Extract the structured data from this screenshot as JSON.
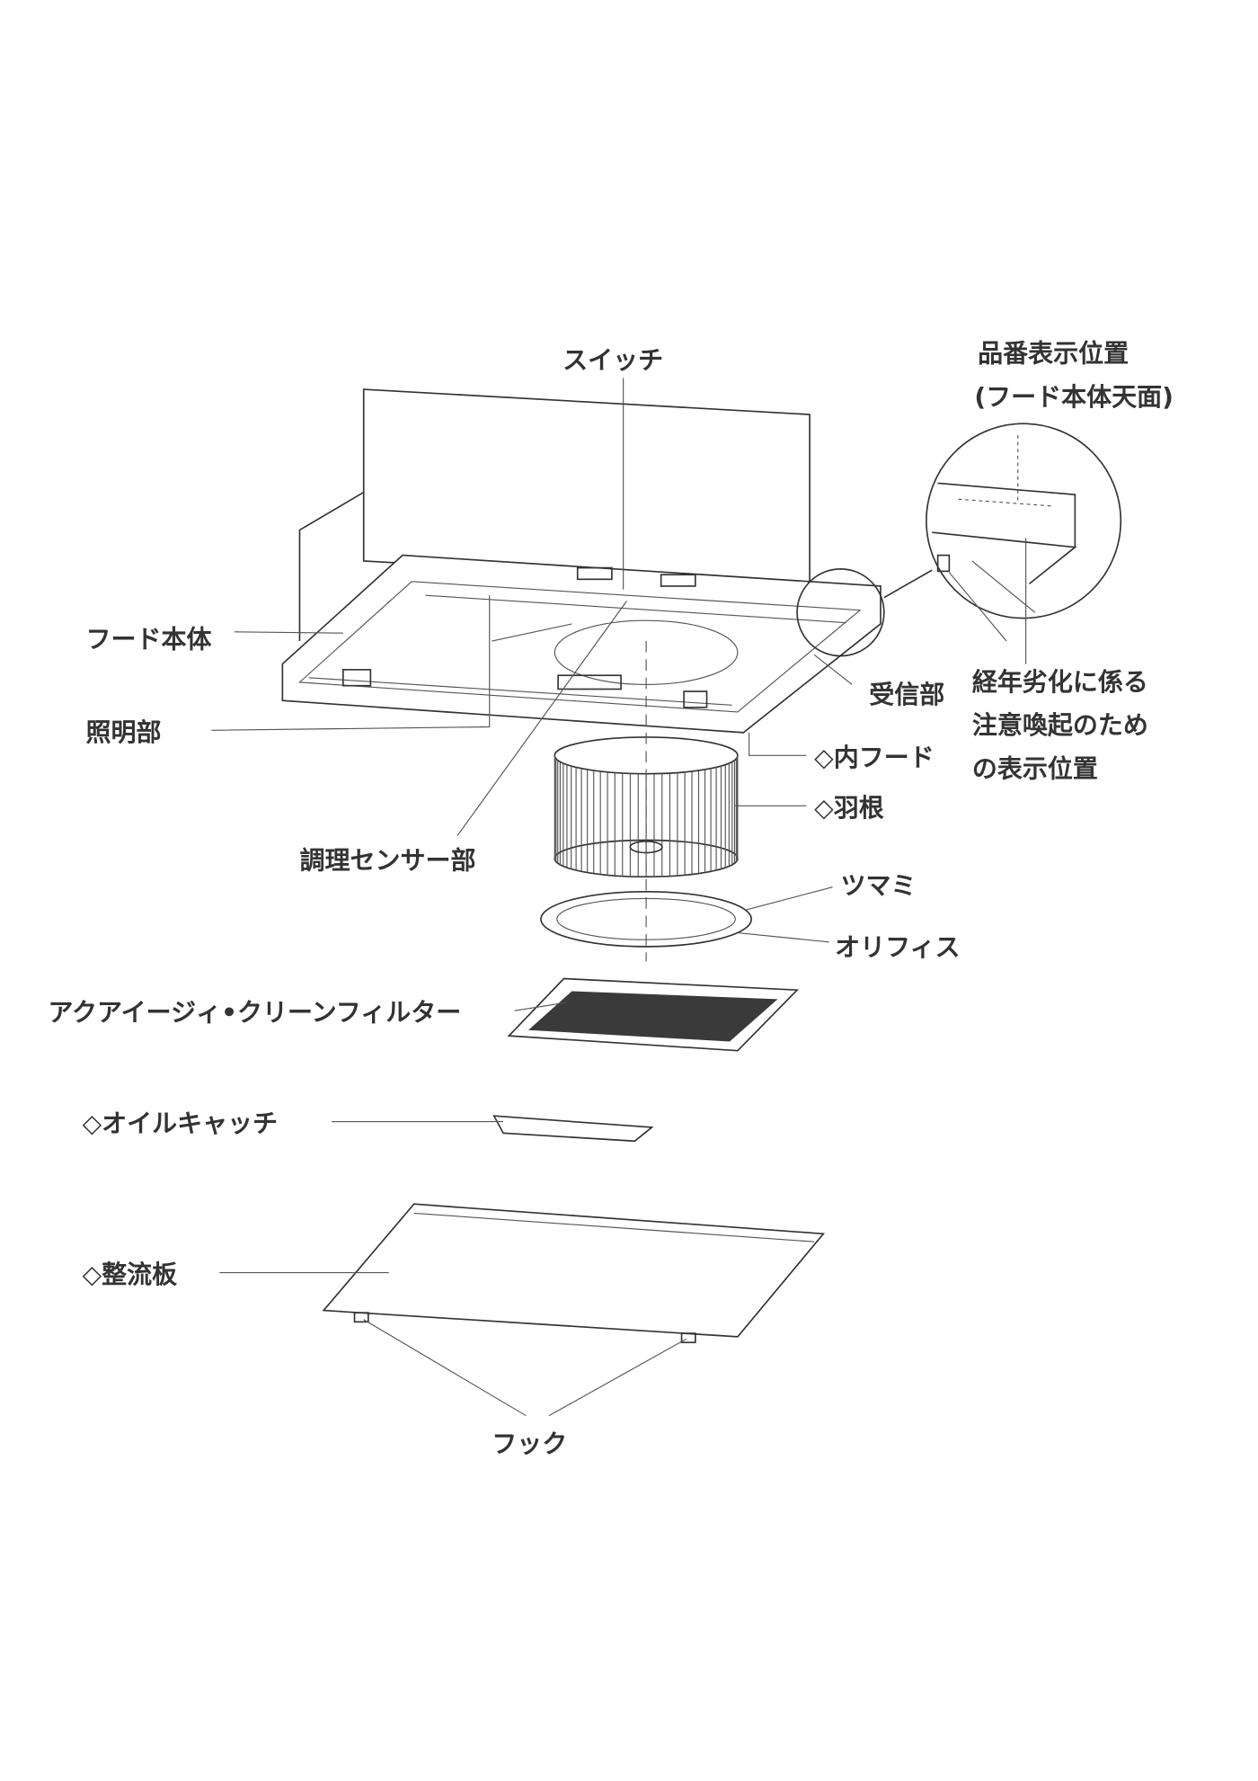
{
  "labels": {
    "switch": "スイッチ",
    "model_number_position": "品番表示位置",
    "model_number_position_note": "(フード本体天面)",
    "hood_body": "フード本体",
    "lighting": "照明部",
    "receiver": "受信部",
    "aging_warning_line1": "経年劣化に係る",
    "aging_warning_line2": "注意喚起のため",
    "aging_warning_line3": "の表示位置",
    "inner_hood": "◇内フード",
    "fan": "◇羽根",
    "cooking_sensor": "調理センサー部",
    "knob": "ツマミ",
    "orifice": "オリフィス",
    "filter": "アクアイージィ•クリーンフィルター",
    "oil_catch": "◇オイルキャッチ",
    "rectifier_plate": "◇整流板",
    "hook": "フック"
  },
  "colors": {
    "line": "#333333",
    "mesh": "#3a3a3a"
  }
}
